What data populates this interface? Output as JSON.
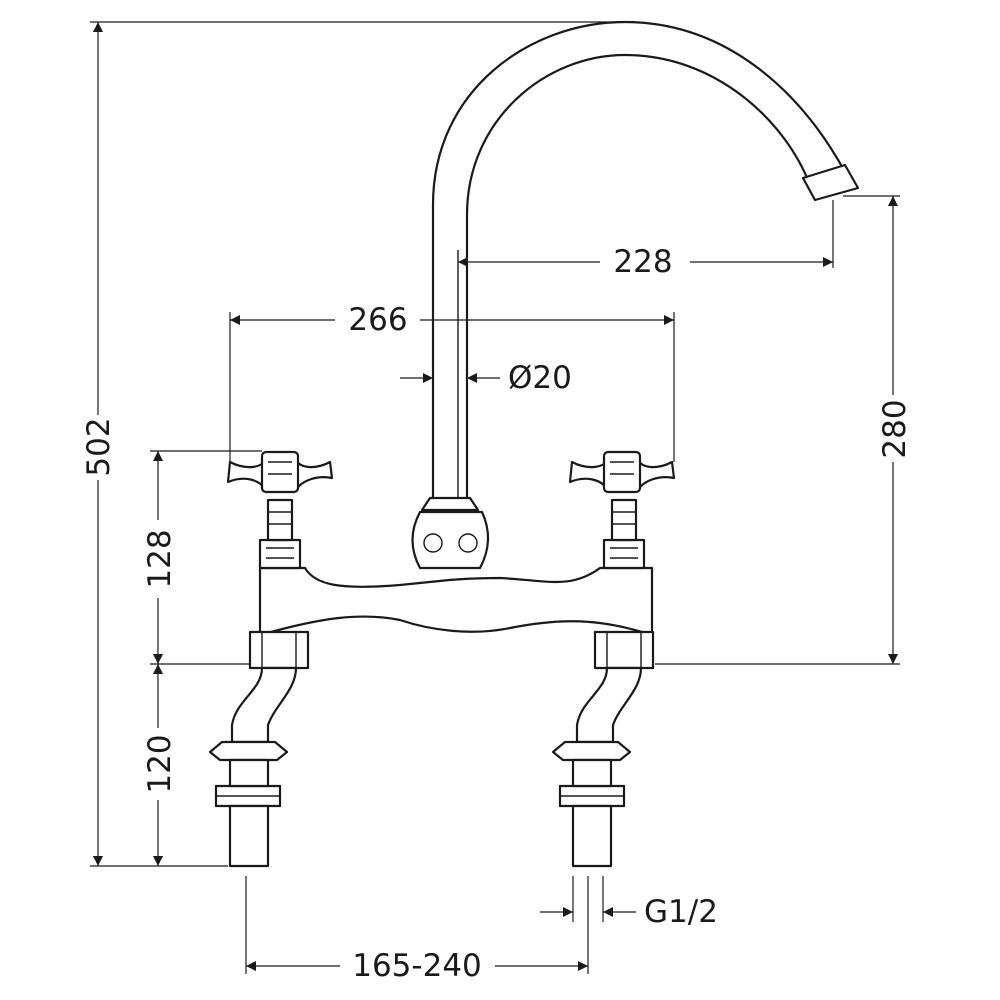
{
  "dimensions": {
    "overall_height": "502",
    "spout_height": "280",
    "spout_reach": "228",
    "handle_span": "266",
    "spout_diameter": "Ø20",
    "handle_height": "128",
    "leg_height": "120",
    "centres": "165-240",
    "thread": "G1/2"
  }
}
